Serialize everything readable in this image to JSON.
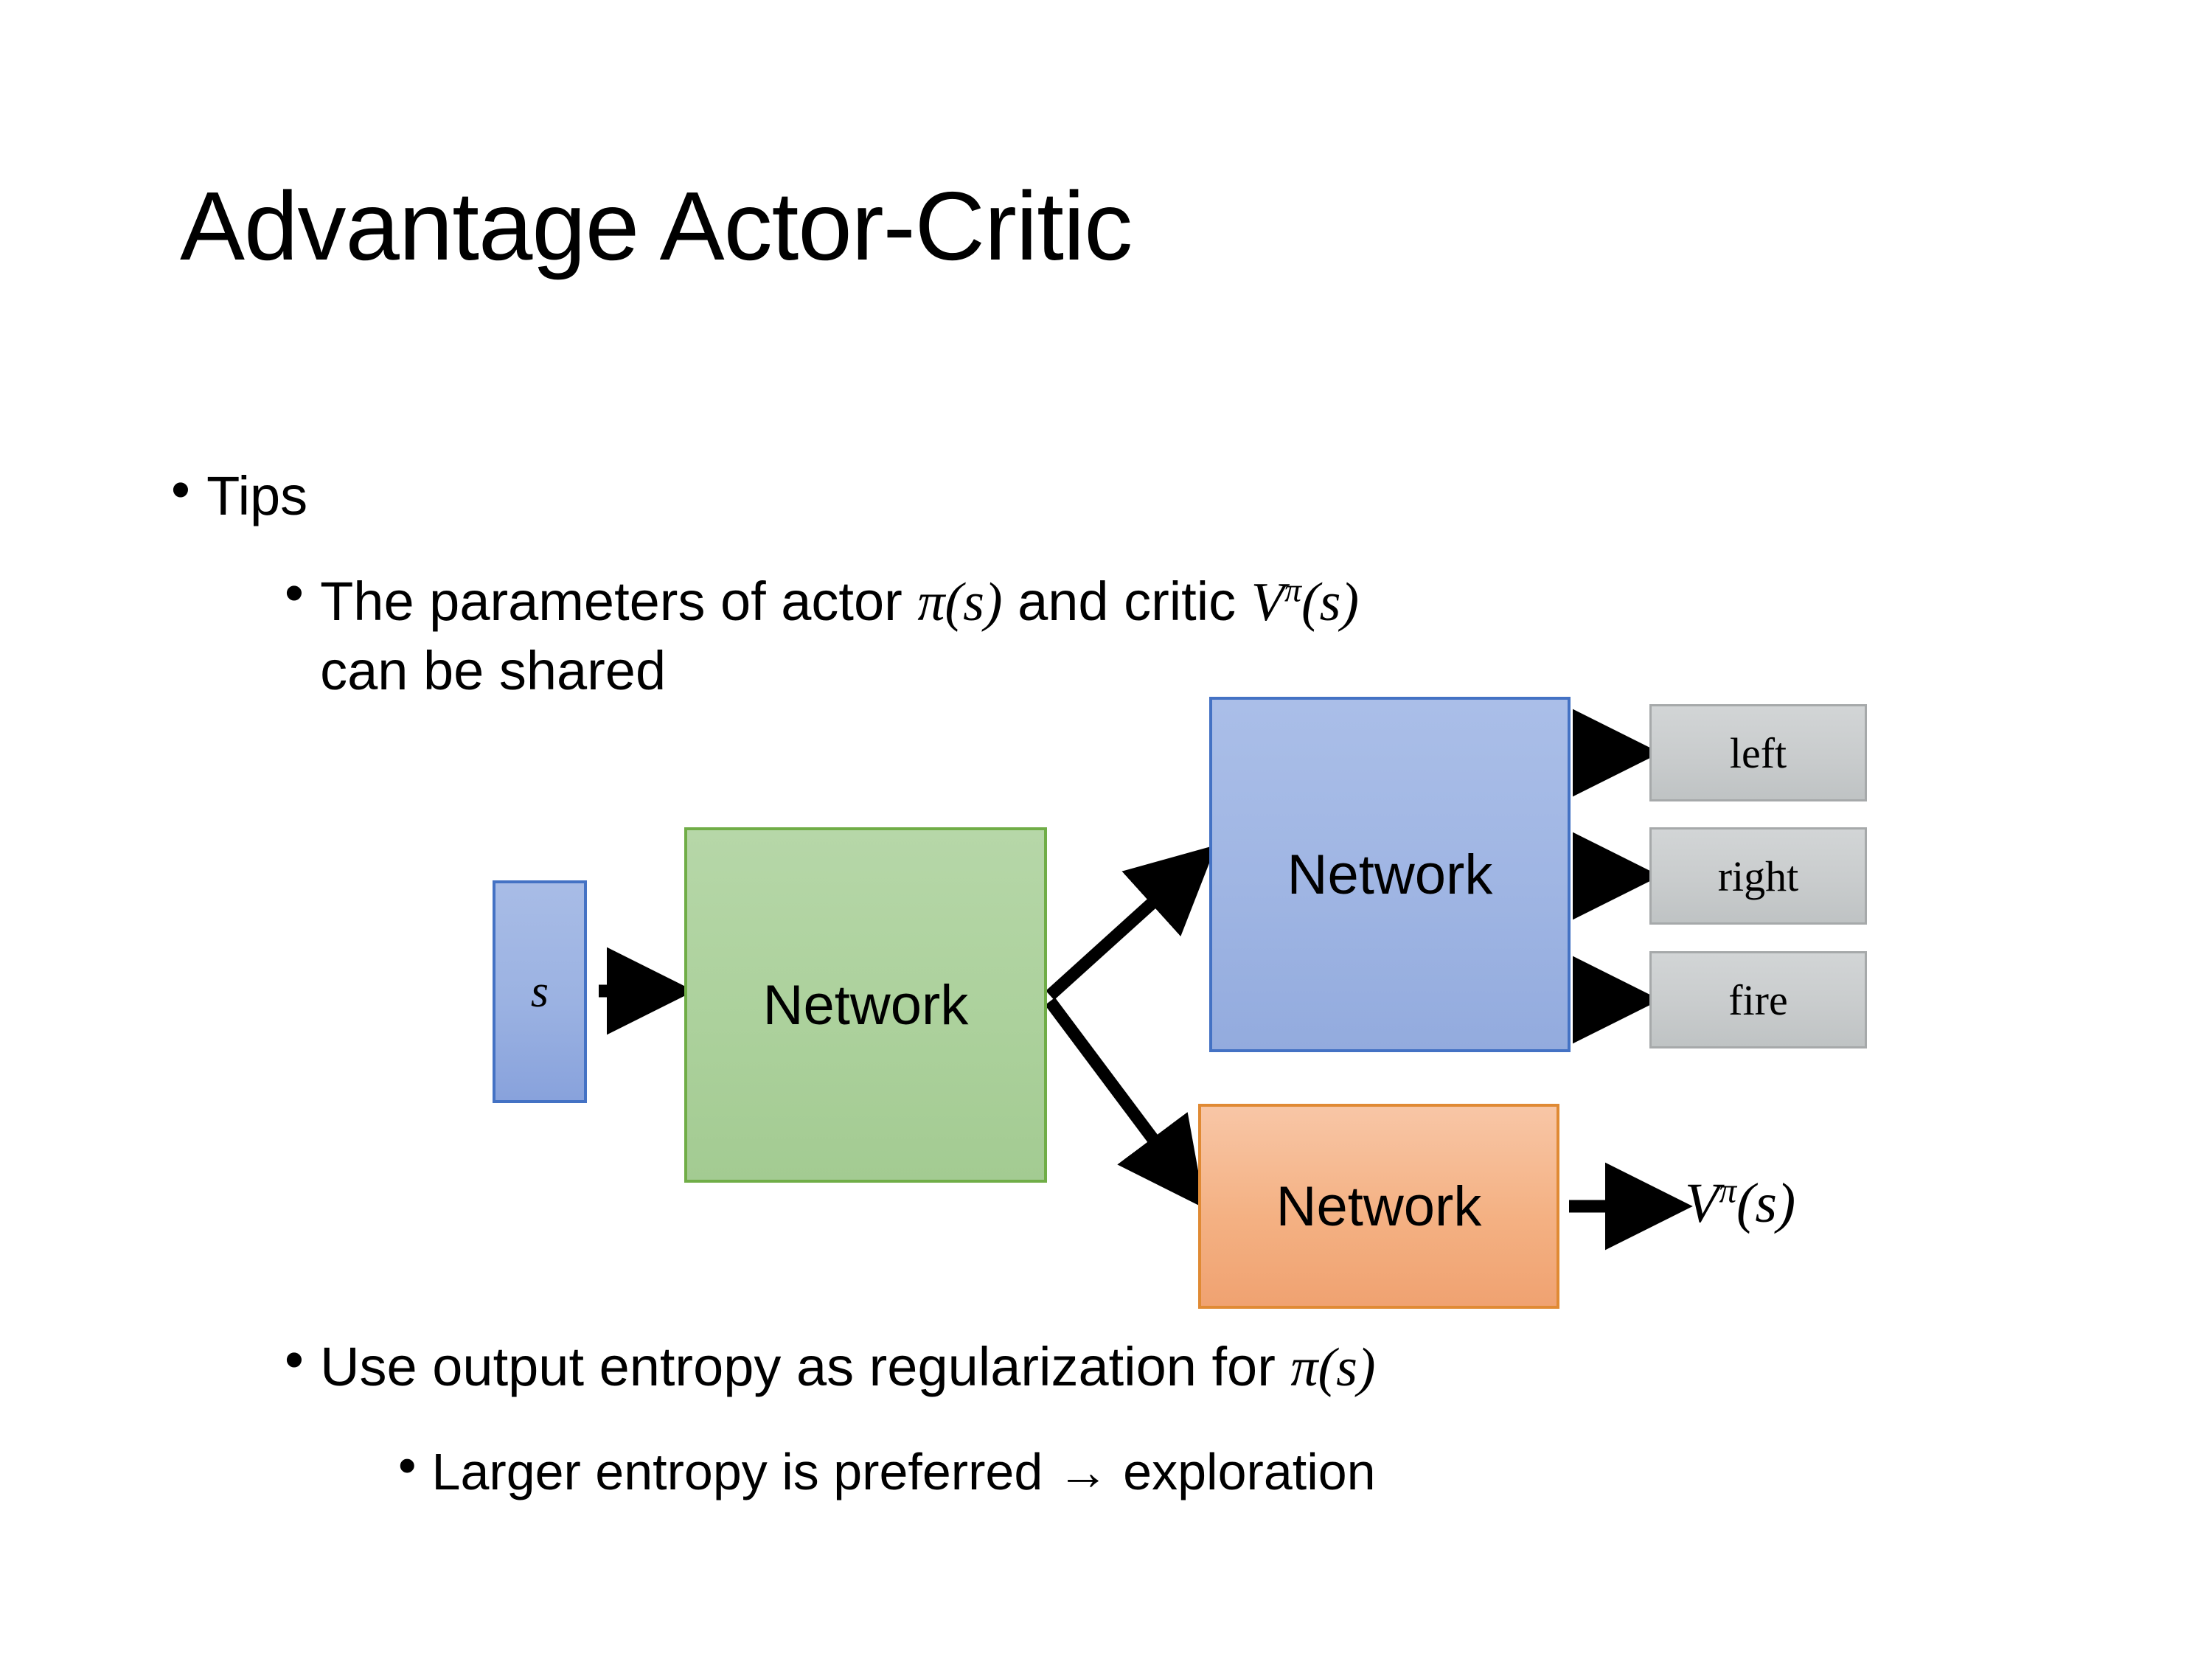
{
  "slide": {
    "title": "Advantage Actor-Critic",
    "background_color": "#FFFFFF"
  },
  "bullets": {
    "tips": {
      "marker": "•",
      "text": "Tips"
    },
    "shared": {
      "marker": "•",
      "text_before_pi": "The parameters of actor ",
      "pi_of_s": "π(s)",
      "text_between": "  and critic ",
      "critic_V": "V",
      "critic_sup": "π",
      "critic_arg": "(s)",
      "text_after": "can be shared",
      "full_text": "The parameters of actor π(s)  and critic Vπ(s) can be shared"
    },
    "entropy": {
      "marker": "•",
      "text_before": "Use output entropy as regularization for ",
      "pi_of_s": "π(s)",
      "full_text": "Use output entropy as regularization for π(s)"
    },
    "larger": {
      "marker": "•",
      "text": "Larger entropy is preferred → exploration"
    }
  },
  "diagram": {
    "state_node": {
      "label": "s",
      "fill": "#9BB2E2",
      "border": "#4472C4"
    },
    "shared_network": {
      "label": "Network",
      "fill": "#ACD19C",
      "border": "#70AD47"
    },
    "actor_network": {
      "label": "Network",
      "fill": "#9FB5E3",
      "border": "#4472C4"
    },
    "critic_network": {
      "label": "Network",
      "fill": "#F4B183",
      "border": "#E08A34"
    },
    "action_outputs": [
      {
        "label": "left",
        "fill": "#C9CCCD",
        "border": "#A6A9AA"
      },
      {
        "label": "right",
        "fill": "#C9CCCD",
        "border": "#A6A9AA"
      },
      {
        "label": "fire",
        "fill": "#C9CCCD",
        "border": "#A6A9AA"
      }
    ],
    "critic_output": {
      "V": "V",
      "sup": "π",
      "arg": "(s)",
      "full_text": "Vπ(s)"
    },
    "arrows": [
      {
        "name": "state-to-shared",
        "from": "state_node",
        "to": "shared_network"
      },
      {
        "name": "shared-to-actor",
        "from": "shared_network",
        "to": "actor_network"
      },
      {
        "name": "shared-to-critic",
        "from": "shared_network",
        "to": "critic_network"
      },
      {
        "name": "actor-to-left",
        "from": "actor_network",
        "to": "left"
      },
      {
        "name": "actor-to-right",
        "from": "actor_network",
        "to": "right"
      },
      {
        "name": "actor-to-fire",
        "from": "actor_network",
        "to": "fire"
      },
      {
        "name": "critic-to-value",
        "from": "critic_network",
        "to": "critic_output"
      }
    ],
    "arrow_color": "#000000"
  }
}
